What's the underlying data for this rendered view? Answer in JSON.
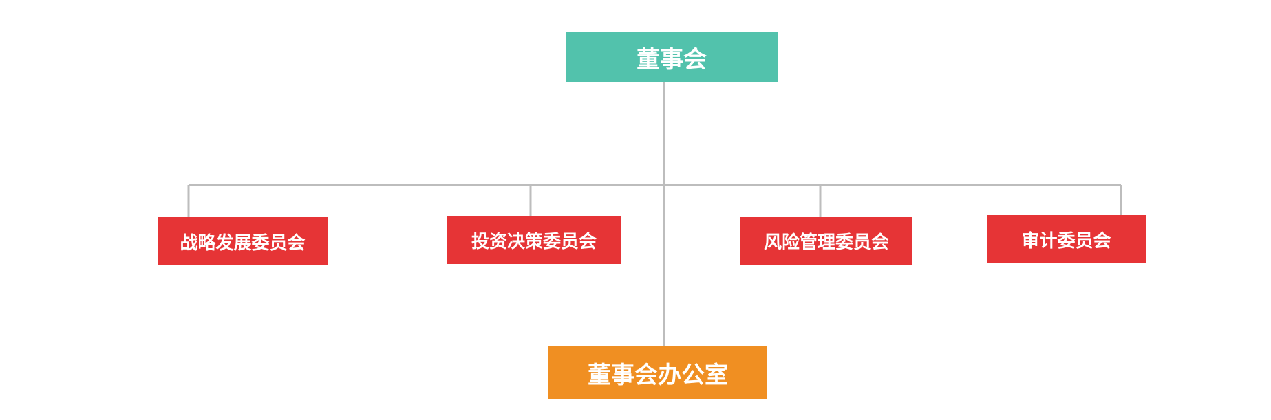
{
  "diagram": {
    "root": {
      "label": "董事会"
    },
    "committees": [
      {
        "label": "战略发展委员会"
      },
      {
        "label": "投资决策委员会"
      },
      {
        "label": "风险管理委员会"
      },
      {
        "label": "审计委员会"
      }
    ],
    "office": {
      "label": "董事会办公室"
    }
  },
  "colors": {
    "root": "#52c2ac",
    "committee": "#e63436",
    "office": "#f08f22",
    "connector": "#bdbdbd",
    "text": "#ffffff"
  }
}
